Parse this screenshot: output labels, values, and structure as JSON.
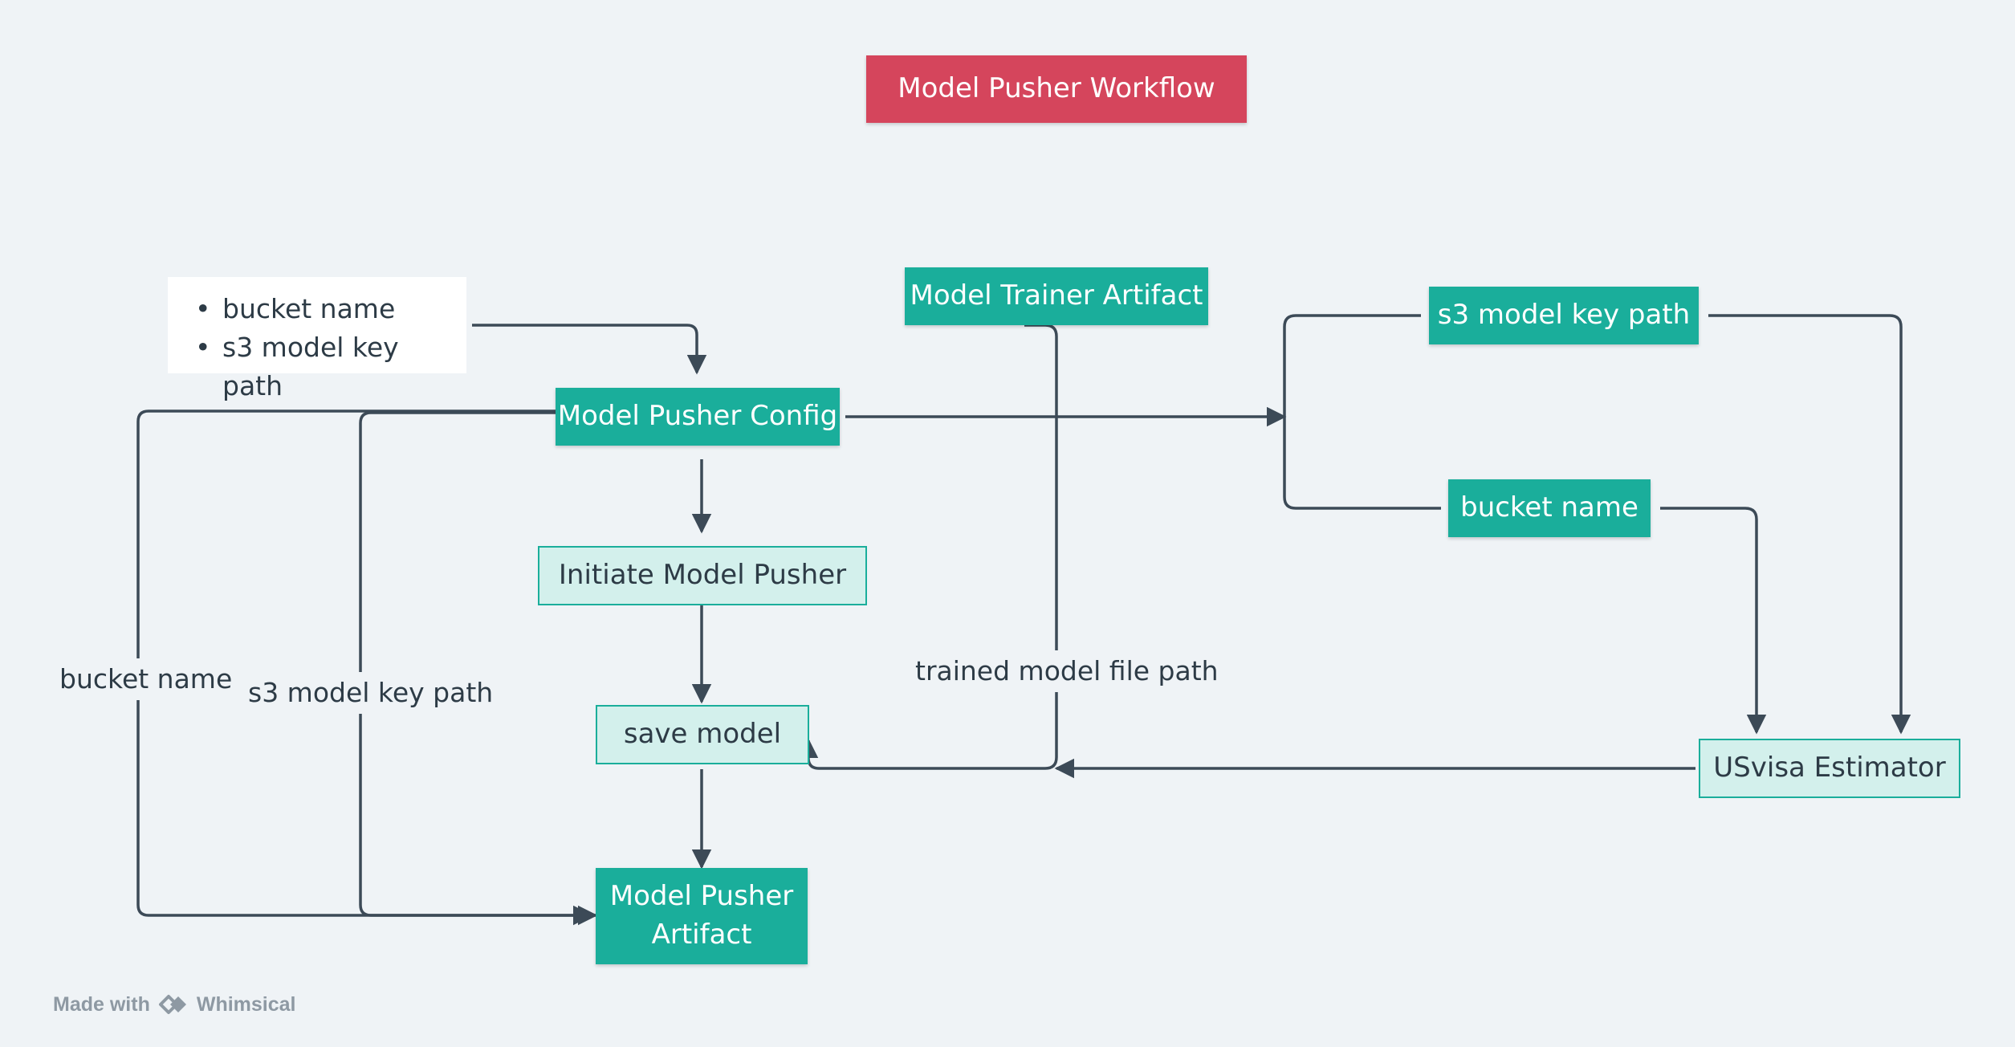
{
  "title": "Model Pusher Workflow",
  "note": {
    "items": [
      "bucket name",
      "s3 model key path"
    ]
  },
  "nodes": {
    "trainer_artifact": "Model Trainer Artifact",
    "pusher_config": "Model Pusher Config",
    "initiate": "Initiate Model Pusher",
    "save_model": "save model",
    "pusher_artifact": "Model Pusher Artifact",
    "s3_key_path": "s3 model key path",
    "bucket_name": "bucket name",
    "estimator": "USvisa Estimator"
  },
  "edge_labels": {
    "left_bucket": "bucket name",
    "left_s3": "s3 model key path",
    "trained_path": "trained model file path"
  },
  "footer": {
    "made_with": "Made with",
    "brand": "Whimsical"
  },
  "colors": {
    "teal": "#1aae9b",
    "light_teal": "#d3f0ec",
    "title_red": "#d5455c",
    "edge": "#3c4a57",
    "background": "#eff3f6"
  }
}
